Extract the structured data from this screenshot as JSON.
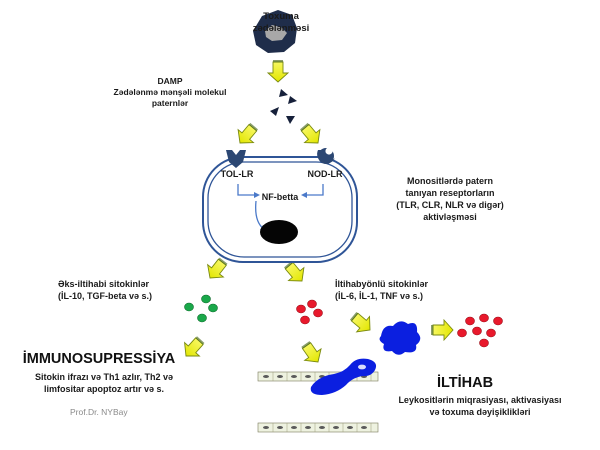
{
  "injury": {
    "line1": "Toxuma",
    "line2": "zədələnməsi"
  },
  "damp": {
    "line1": "DAMP",
    "line2": "Zədələnmə mənşəli molekul",
    "line3": "paternlər"
  },
  "receptors": {
    "tol": "TOL-LR",
    "nod": "NOD-LR",
    "nfkb": "NF-betta"
  },
  "monocyte_note": {
    "line1": "Monositlərdə  patern",
    "line2": "tanıyan reseptorların",
    "line3": "(TLR, CLR, NLR və digər)",
    "line4": "aktivləşməsi"
  },
  "anti_cytokines": {
    "line1": "Əks-iltihabi sitokinlər",
    "line2": "(İL-10, TGF-beta və s.)"
  },
  "pro_cytokines": {
    "line1": "İltihabyönlü sitokinlər",
    "line2": "(İL-6, İL-1, TNF və s.)"
  },
  "immunosuppression": {
    "title": "İMMUNOSUPRESSİYA",
    "line1": "Sitokin ifrazı  və Th1 azlır, Th2  və",
    "line2": "limfositar apoptoz artır və s."
  },
  "inflammation": {
    "title": "İLTİHAB",
    "line1": "Leykositlərin miqrasiyası,  aktivasiyası",
    "line2": "və toxuma dəyişiklikləri"
  },
  "signature": "Prof.Dr. NYBay",
  "colors": {
    "arrow_fill": "#f2f200",
    "arrow_stroke": "#7a8a10",
    "cell_border": "#2f5597",
    "navy": "#1f2d4a",
    "green_dot": "#1aa84a",
    "red_dot": "#e8192c",
    "blue_cell": "#0b1fe0"
  }
}
